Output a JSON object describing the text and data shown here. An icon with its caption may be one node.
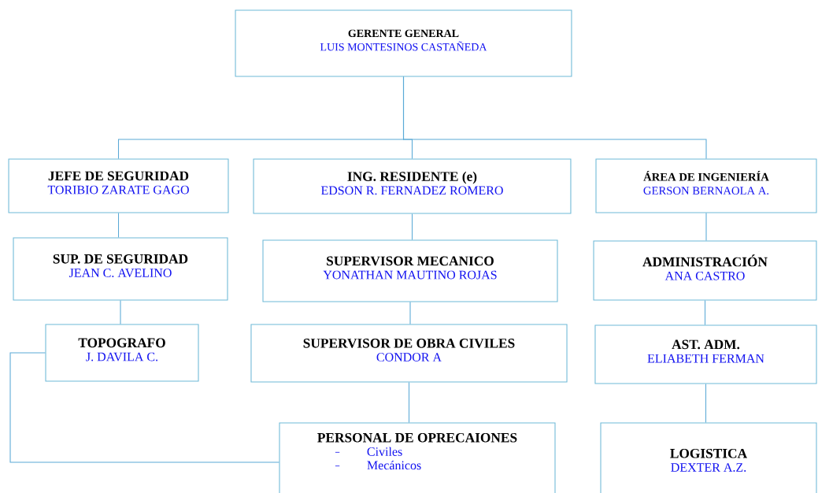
{
  "diagram": {
    "nodes": [
      {
        "text": [
          "GERENTE GENERAL",
          "LUIS MONTESINOS CASTAÑEDA"
        ]
      },
      {
        "text": [
          "JEFE DE SEGURIDAD",
          "TORIBIO ZARATE GAGO"
        ]
      },
      {
        "text": [
          "ING. RESIDENTE (e)",
          "EDSON R. FERNADEZ ROMERO"
        ]
      },
      {
        "text": [
          "ÁREA DE INGENIERÍA",
          "GERSON BERNAOLA A."
        ]
      },
      {
        "text": [
          "SUP. DE SEGURIDAD",
          "JEAN C. AVELINO"
        ]
      },
      {
        "text": [
          "SUPERVISOR MECANICO",
          "YONATHAN MAUTINO ROJAS"
        ]
      },
      {
        "text": [
          "ADMINISTRACIÓN",
          "ANA CASTRO"
        ]
      },
      {
        "text": [
          "TOPOGRAFO",
          "J. DAVILA C."
        ]
      },
      {
        "text": [
          "SUPERVISOR DE OBRA CIVILES",
          "CONDOR A"
        ]
      },
      {
        "text": [
          "AST. ADM.",
          "ELIABETH FERMAN"
        ]
      },
      {
        "text": [
          "PERSONAL DE OPRECAIONES",
          "Civiles",
          "Mecánicos"
        ]
      },
      {
        "text": [
          "LOGISTICA",
          "DEXTER A.Z."
        ]
      }
    ],
    "edges": [
      {
        "from": 0,
        "to": 1,
        "arrow": "none"
      },
      {
        "from": 0,
        "to": 2,
        "arrow": "none"
      },
      {
        "from": 0,
        "to": 3,
        "arrow": "none"
      },
      {
        "from": 1,
        "to": 4,
        "arrow": "none"
      },
      {
        "from": 4,
        "to": 7,
        "arrow": "none"
      },
      {
        "from": 2,
        "to": 5,
        "arrow": "none"
      },
      {
        "from": 5,
        "to": 8,
        "arrow": "none"
      },
      {
        "from": 8,
        "to": 10,
        "arrow": "none"
      },
      {
        "from": 3,
        "to": 6,
        "arrow": "none"
      },
      {
        "from": 6,
        "to": 9,
        "arrow": "none"
      },
      {
        "from": 9,
        "to": 11,
        "arrow": "none"
      },
      {
        "from": 7,
        "to": 10,
        "arrow": "none"
      }
    ]
  }
}
